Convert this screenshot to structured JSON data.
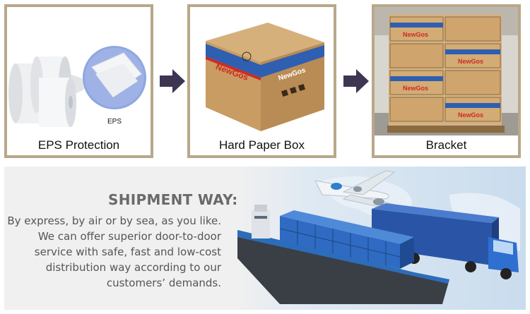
{
  "steps": [
    {
      "caption": "EPS Protection",
      "image_label": "EPS"
    },
    {
      "caption": "Hard Paper Box",
      "brand": "NewGos"
    },
    {
      "caption": "Bracket",
      "brand": "NewGos"
    }
  ],
  "shipment": {
    "title": "SHIPMENT WAY:",
    "lines": [
      "By express, by air or by sea, as you like.",
      "We can offer superior door-to-door",
      "service with safe, fast and low-cost",
      "distribution way according to our",
      "customers’ demands."
    ]
  },
  "colors": {
    "frame": "#b8a88a",
    "arrow": "#3d3552",
    "box_blue": "#2f5fb0",
    "box_red": "#d02a22",
    "cardboard": "#c9a06a"
  }
}
